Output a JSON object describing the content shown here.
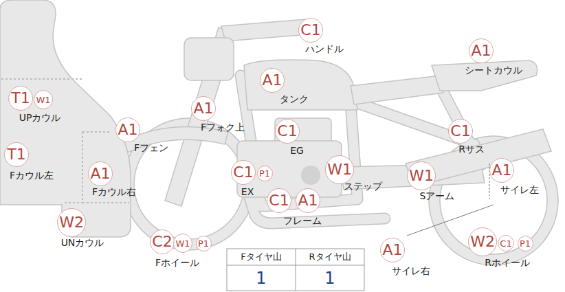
{
  "diagram": {
    "nodes": [
      {
        "text": [
          "C1"
        ]
      },
      {
        "text": [
          "A1"
        ]
      },
      {
        "text": [
          "A1"
        ]
      },
      {
        "text": [
          "T1"
        ]
      },
      {
        "text": [
          "W1"
        ]
      },
      {
        "text": [
          "A1"
        ]
      },
      {
        "text": [
          "A1"
        ]
      },
      {
        "text": [
          "C1"
        ]
      },
      {
        "text": [
          "C1"
        ]
      },
      {
        "text": [
          "T1"
        ]
      },
      {
        "text": [
          "A1"
        ]
      },
      {
        "text": [
          "C1"
        ]
      },
      {
        "text": [
          "P1"
        ]
      },
      {
        "text": [
          "W1"
        ]
      },
      {
        "text": [
          "W1"
        ]
      },
      {
        "text": [
          "A1"
        ]
      },
      {
        "text": [
          "C1"
        ]
      },
      {
        "text": [
          "A1"
        ]
      },
      {
        "text": [
          "W2"
        ]
      },
      {
        "text": [
          "C2"
        ]
      },
      {
        "text": [
          "W1"
        ]
      },
      {
        "text": [
          "P1"
        ]
      },
      {
        "text": [
          "A1"
        ]
      },
      {
        "text": [
          "W2"
        ]
      },
      {
        "text": [
          "C1"
        ]
      },
      {
        "text": [
          "P1"
        ]
      }
    ],
    "labels": [
      "ハンドル",
      "シートカウル",
      "タンク",
      "UPカウル",
      "Fフォク上",
      "Fフェン",
      "EG",
      "Rサス",
      "Fカウル左",
      "Fカウル右",
      "EX",
      "ステップ",
      "Sアーム",
      "サイレ左",
      "フレーム",
      "UNカウル",
      "Fホイール",
      "サイレ右",
      "Rホイール",
      "Fタイヤ山",
      "Rタイヤ山",
      "1",
      "1"
    ]
  }
}
